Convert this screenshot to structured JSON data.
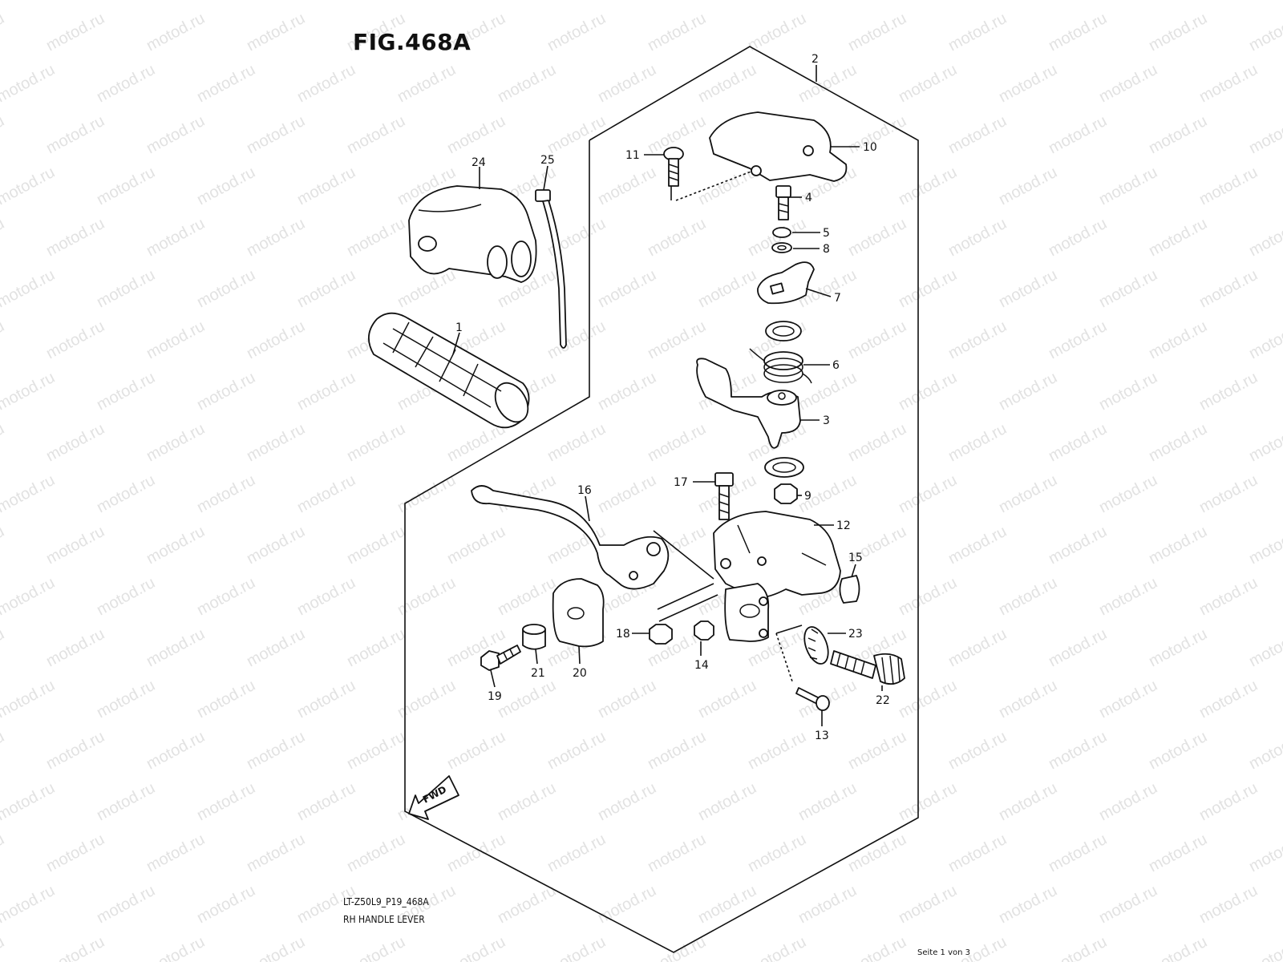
{
  "figure": {
    "title": "FIG.468A",
    "model_code": "LT-Z50L9_P19_468A",
    "assembly_name": "RH HANDLE LEVER",
    "page_info": "Seite 1 von 3",
    "watermark": "motod.ru",
    "fwd_label": "FWD"
  },
  "callouts": [
    {
      "n": "1"
    },
    {
      "n": "2"
    },
    {
      "n": "3"
    },
    {
      "n": "4"
    },
    {
      "n": "5"
    },
    {
      "n": "6"
    },
    {
      "n": "7"
    },
    {
      "n": "8"
    },
    {
      "n": "9"
    },
    {
      "n": "10"
    },
    {
      "n": "11"
    },
    {
      "n": "12"
    },
    {
      "n": "13"
    },
    {
      "n": "14"
    },
    {
      "n": "15"
    },
    {
      "n": "16"
    },
    {
      "n": "17"
    },
    {
      "n": "18"
    },
    {
      "n": "19"
    },
    {
      "n": "20"
    },
    {
      "n": "21"
    },
    {
      "n": "22"
    },
    {
      "n": "23"
    },
    {
      "n": "24"
    },
    {
      "n": "25"
    }
  ]
}
